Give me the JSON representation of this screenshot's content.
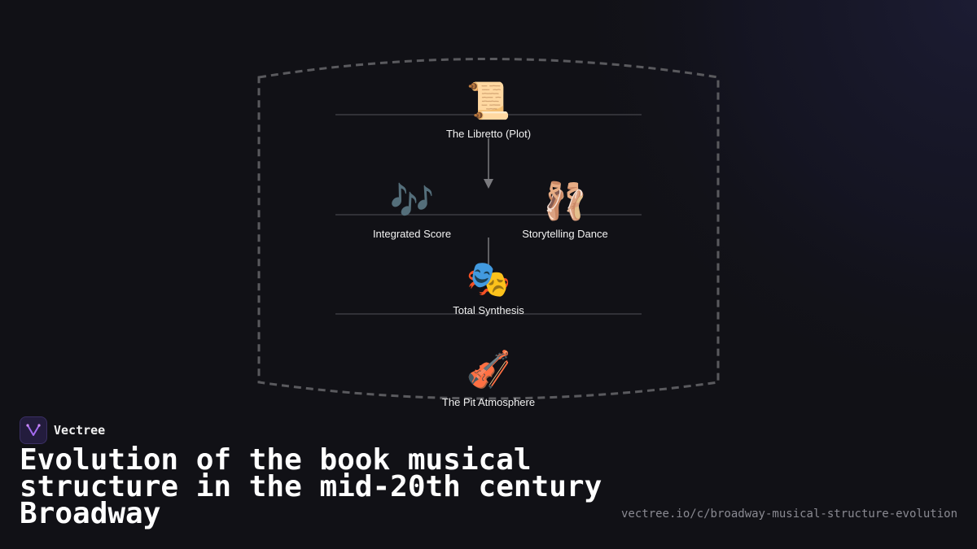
{
  "diagram": {
    "nodes": [
      {
        "id": "libretto",
        "label": "The Libretto (Plot)",
        "icon": "scroll-icon",
        "glyph": "📜"
      },
      {
        "id": "score",
        "label": "Integrated Score",
        "icon": "music-notes-icon",
        "glyph": "🎶"
      },
      {
        "id": "dance",
        "label": "Storytelling Dance",
        "icon": "ballet-shoes-icon",
        "glyph": "🩰"
      },
      {
        "id": "synthesis",
        "label": "Total Synthesis",
        "icon": "theater-masks-icon",
        "glyph": "🎭"
      },
      {
        "id": "pit",
        "label": "The Pit Atmosphere",
        "icon": "violin-icon",
        "glyph": "🎻"
      }
    ],
    "edges": [
      {
        "from": "libretto",
        "to": "score-dance-row",
        "arrow": true
      },
      {
        "from": "score-dance-row",
        "to": "synthesis",
        "arrow": false
      }
    ],
    "colors": {
      "background": "#111116",
      "frame": "#5a5a5e",
      "divider": "#3c3c42",
      "connector": "#7a7a7e",
      "label": "#f2f2f2"
    }
  },
  "footer": {
    "brand": "Vectree",
    "brand_icon": "vectree-logo-icon",
    "title": "Evolution of the book musical structure in the mid-20th century Broadway",
    "url": "vectree.io/c/broadway-musical-structure-evolution"
  }
}
